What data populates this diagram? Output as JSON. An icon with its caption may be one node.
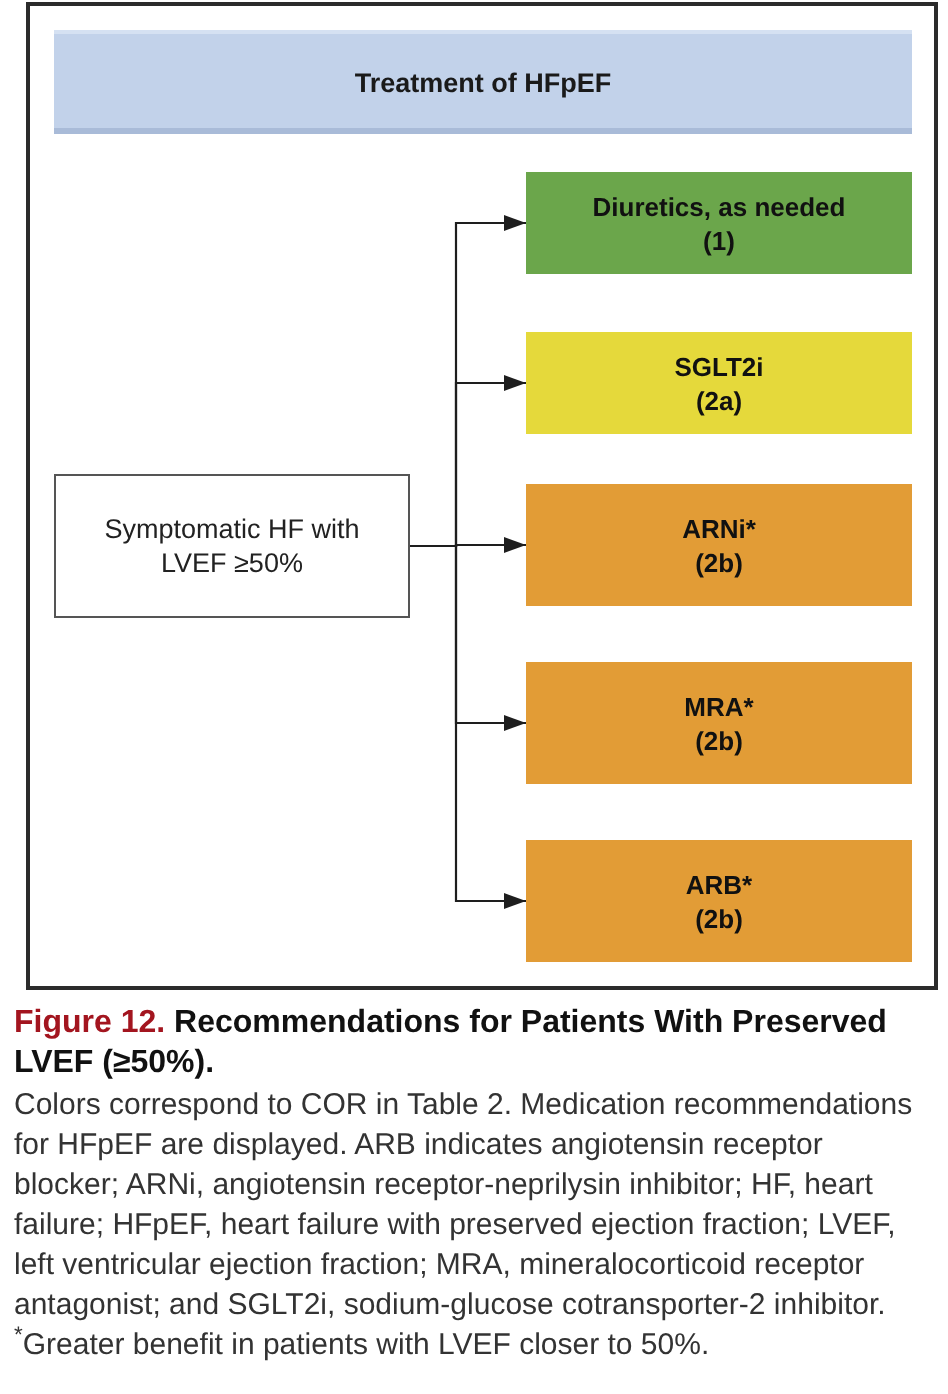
{
  "diagram": {
    "caption": "Recommendations for Patients With Preserved LVEF (≥50%).",
    "nodes": [
      {
        "text": [
          "Treatment of HFpEF"
        ]
      },
      {
        "text": [
          "Diuretics, as needed",
          "(1)"
        ]
      },
      {
        "text": [
          "SGLT2i",
          "(2a)"
        ]
      },
      {
        "text": [
          "Symptomatic HF with LVEF ≥50%"
        ]
      },
      {
        "text": [
          "ARNi*",
          "(2b)"
        ]
      },
      {
        "text": [
          "MRA*",
          "(2b)"
        ]
      },
      {
        "text": [
          "ARB*",
          "(2b)"
        ]
      }
    ],
    "edges": [
      {
        "from": 3,
        "to": 1,
        "arrow": "to"
      },
      {
        "from": 3,
        "to": 2,
        "arrow": "to"
      },
      {
        "from": 3,
        "to": 4,
        "arrow": "to"
      },
      {
        "from": 3,
        "to": 5,
        "arrow": "to"
      },
      {
        "from": 3,
        "to": 6,
        "arrow": "to"
      }
    ],
    "labels": [
      "Figure 12.",
      "Colors correspond to COR in Table 2. Medication recommendations for HFpEF are displayed. ARB indicates angiotensin receptor blocker; ARNi, angiotensin receptor-neprilysin inhibitor; HF, heart failure; HFpEF, heart failure with preserved ejection fraction; LVEF, left ventricular ejection fraction; MRA, mineralocorticoid receptor antagonist; and SGLT2i, sodium-glucose cotransporter-2 inhibitor.",
      "$^{*}$Greater benefit in patients with LVEF closer to 50%."
    ]
  }
}
